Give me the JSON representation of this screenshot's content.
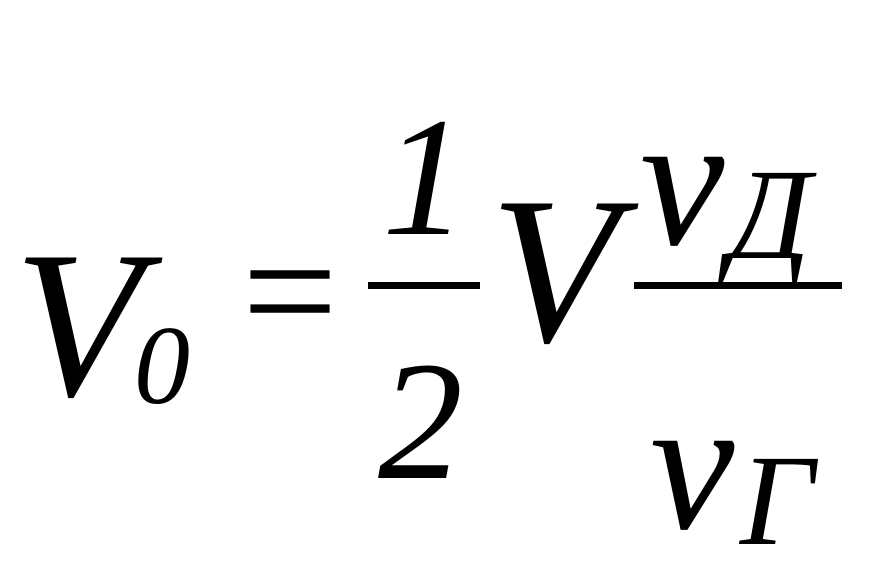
{
  "formula": {
    "lhs": {
      "symbol": "V",
      "subscript": "0"
    },
    "operator": "=",
    "coefficient": {
      "numerator": "1",
      "denominator": "2"
    },
    "factor": "V",
    "ratio": {
      "numerator": {
        "symbol": "ν",
        "subscript": "Д"
      },
      "denominator": {
        "symbol": "ν",
        "subscript": "Г"
      }
    }
  }
}
